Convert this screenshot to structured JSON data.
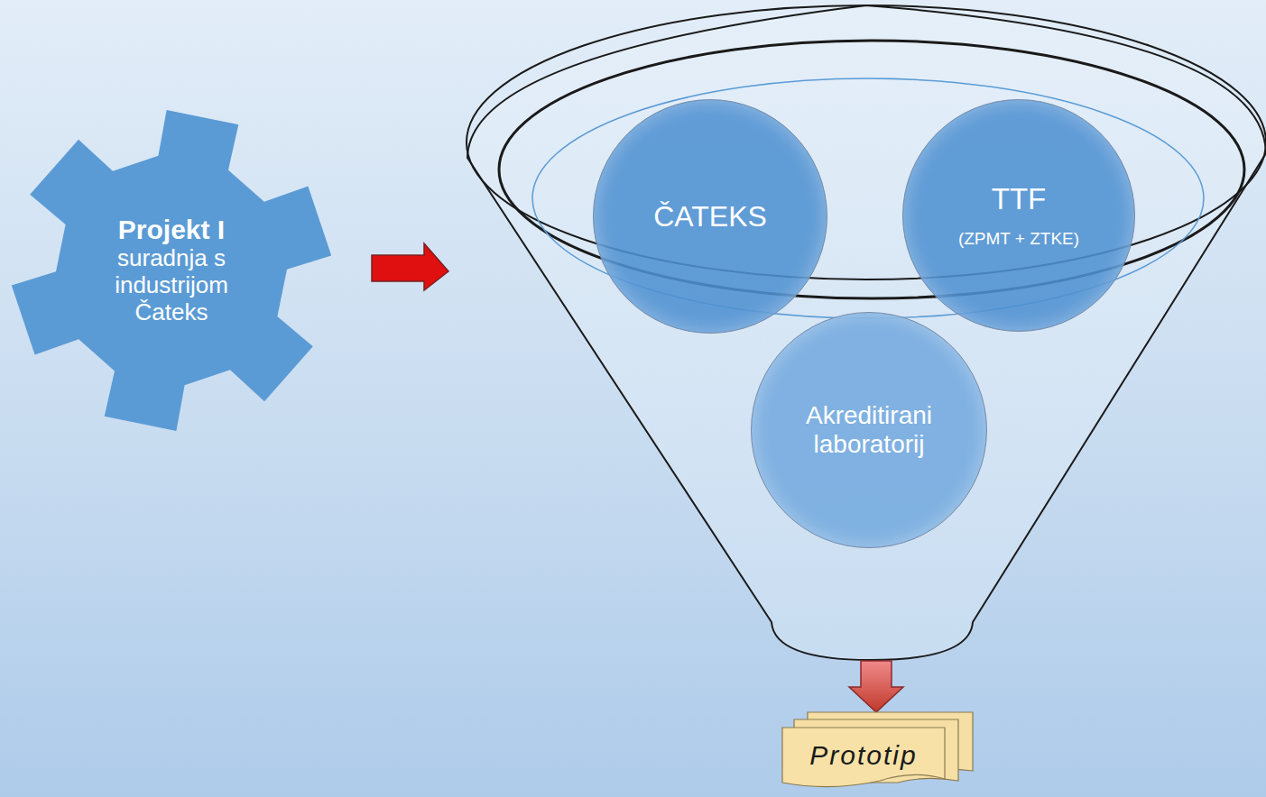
{
  "diagram": {
    "nodes": [
      {
        "text": [
          "Projekt I",
          "suradnja s industrijom Čateks"
        ]
      },
      {
        "text": [
          "ČATEKS"
        ]
      },
      {
        "text": [
          "TTF",
          "(ZPMT + ZTKE)"
        ]
      },
      {
        "text": [
          "Akreditirani laboratorij"
        ]
      },
      {
        "text": [
          "Prototip"
        ]
      }
    ]
  }
}
